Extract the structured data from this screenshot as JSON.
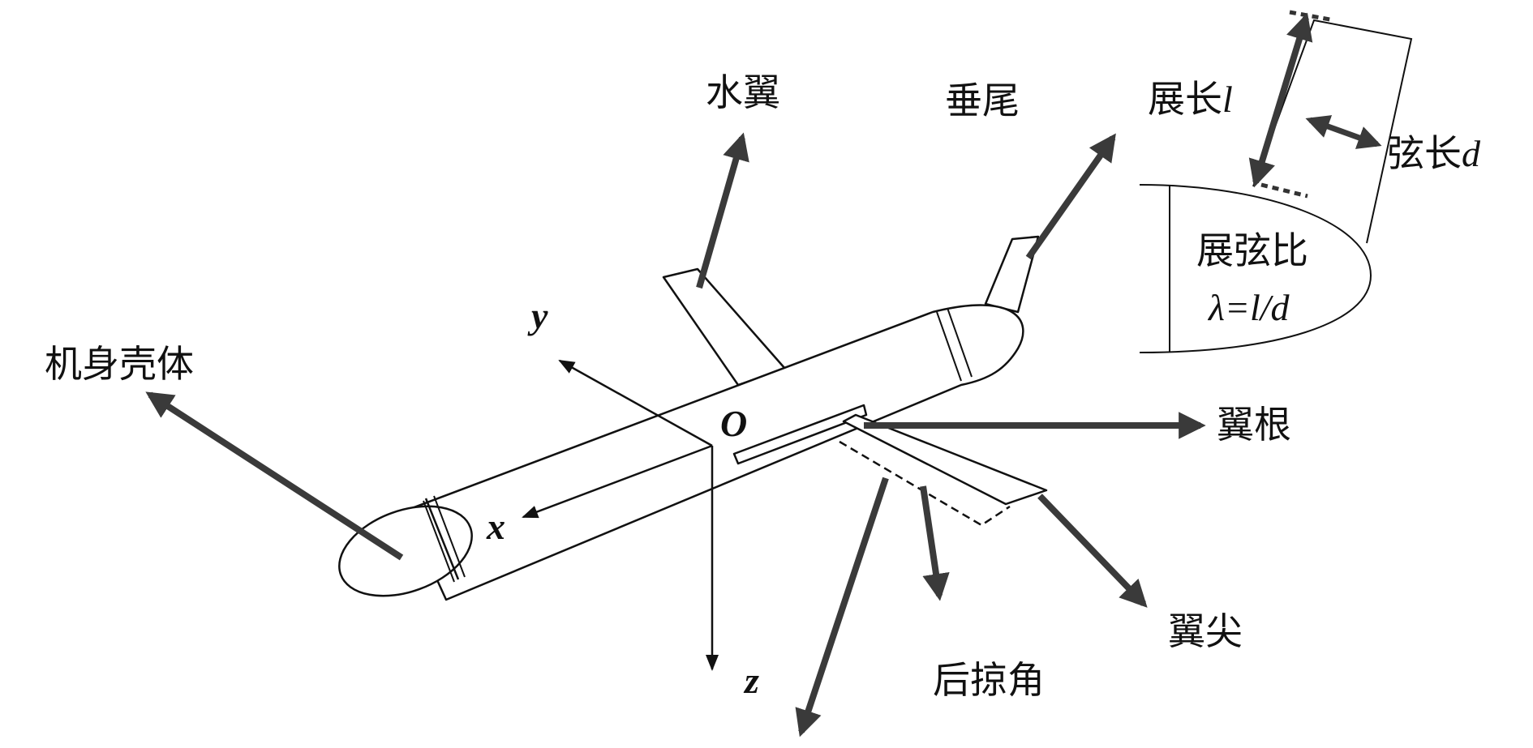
{
  "labels": {
    "horizontal_wing": "水翼",
    "vertical_tail": "垂尾",
    "span": "展长",
    "span_symbol": "l",
    "chord": "弦长",
    "chord_symbol": "d",
    "aspect_ratio": "展弦比",
    "aspect_ratio_formula": "λ=l/d",
    "fuselage_shell": "机身壳体",
    "wing_root": "翼根",
    "wing_tip": "翼尖",
    "sweep_angle": "后掠角"
  },
  "axes": {
    "x": "x",
    "y": "y",
    "z": "z",
    "origin": "O"
  },
  "colors": {
    "arrow": "#3a3a3a",
    "line": "#111111",
    "fill": "#ffffff"
  }
}
